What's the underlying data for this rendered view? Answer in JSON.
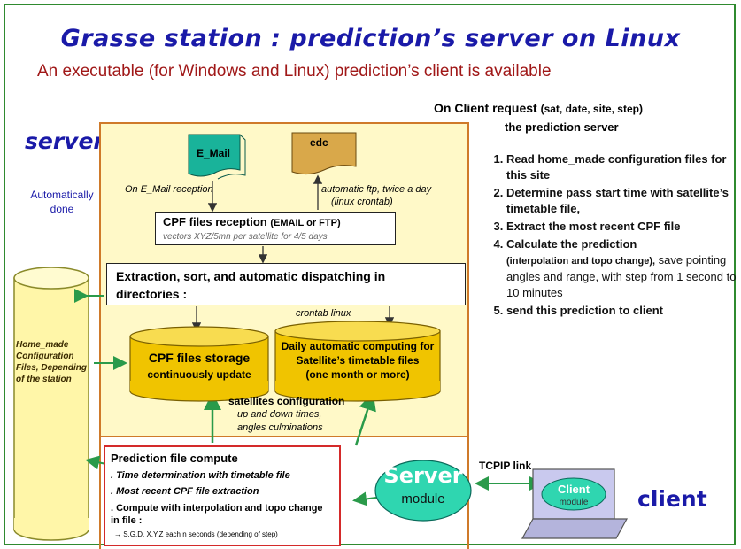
{
  "title": "Grasse station : prediction’s server on Linux",
  "subtitle": "An executable (for Windows and Linux) prediction’s client is available",
  "server_label": "server",
  "auto_done": "Automatically done",
  "email_doc": "E_Mail",
  "edc_doc": "edc",
  "on_email_reception": "On E_Mail reception",
  "automatic_ftp": "automatic ftp, twice a day",
  "linux_crontab": "(linux crontab)",
  "cpf_reception_title": "CPF files reception",
  "cpf_reception_suffix": "(EMAIL or FTP)",
  "cpf_reception_sub": "vectors XYZ/5mn per satellite for 4/5 days",
  "extraction_line1": "Extraction, sort, and automatic dispatching in",
  "extraction_line2": "directories :",
  "crontab_linux": "crontab linux",
  "storage_line1": "CPF files storage",
  "storage_line2": "continuously update",
  "daily_line1": "Daily automatic computing for",
  "daily_line2": "Satellite’s timetable files",
  "daily_line3": "(one month or more)",
  "sat_config_title": "satellites configuration",
  "sat_config_line1": "up and down times,",
  "sat_config_line2": "angles culminations",
  "home_made": "Home_made Configuration Files, Depending of the station",
  "client_request_title": "On Client request",
  "client_request_params": "(sat, date, site, step)",
  "client_request_sub": "the prediction server",
  "steps": [
    {
      "label": "Read home_made configuration files for this site"
    },
    {
      "label": "Determine pass start time with satellite’s timetable file,"
    },
    {
      "label": "Extract the most recent CPF file"
    },
    {
      "label": "Calculate the prediction",
      "detail": "(interpolation and topo change),",
      "extra": "save pointing angles and range, with step from 1 second to 10 minutes"
    },
    {
      "label": "send this prediction to client"
    }
  ],
  "prediction_title": "Prediction file compute",
  "prediction_items": [
    ". Time determination with timetable file",
    ". Most recent CPF file extraction",
    ". Compute with interpolation and topo change in  file :"
  ],
  "prediction_arrow": "→ S,G,D, X,Y,Z each n seconds (depending of step)",
  "server_module_title": "Server",
  "server_module_sub": "module",
  "tcp_link": "TCPIP link",
  "client_module_title": "Client",
  "client_module_sub": "module",
  "client_label": "client",
  "colors": {
    "frame": "#2f8a2f",
    "title": "#1a1aa8",
    "subtitle": "#a01818",
    "panel": "#fff9c8",
    "panel_border": "#cf7a2a",
    "cylinder": "#f0c400",
    "arrow_green": "#2a9a4a",
    "ellipse": "#2fd6b0",
    "client_ellipse": "#2fd6b0"
  }
}
